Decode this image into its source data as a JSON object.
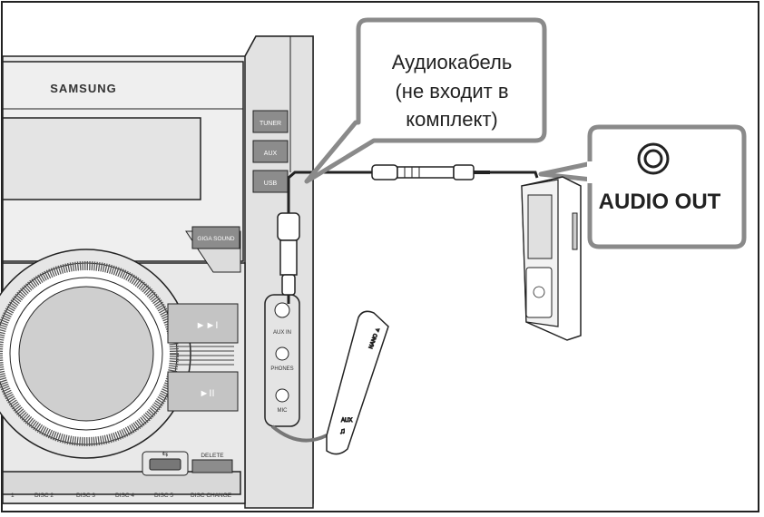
{
  "device": {
    "brand": "SAMSUNG",
    "buttons": {
      "tuner": "TUNER",
      "aux": "AUX",
      "usb": "USB",
      "giga_sound": "GIGA SOUND",
      "delete": "DELETE"
    },
    "disc_labels": [
      "1",
      "DISC 2",
      "DISC 3",
      "DISC 4",
      "DISC 5",
      "DISC CHANGE"
    ],
    "jack_labels": {
      "aux_in": "AUX IN",
      "phones": "PHONES",
      "mic": "MIC"
    }
  },
  "callout": {
    "line1": "Аудиокабель",
    "line2": "(не входит в",
    "line3": "комплект)"
  },
  "audio_out": {
    "label": "AUDIO OUT"
  },
  "remote": {
    "label_top": "NANO ▲",
    "label_aux": "AUX"
  },
  "colors": {
    "line": "#222222",
    "panel": "#ececec",
    "panel_dark": "#d0d0d0",
    "button_gray": "#8c8c8c",
    "callout_border": "#8a8a8a"
  }
}
